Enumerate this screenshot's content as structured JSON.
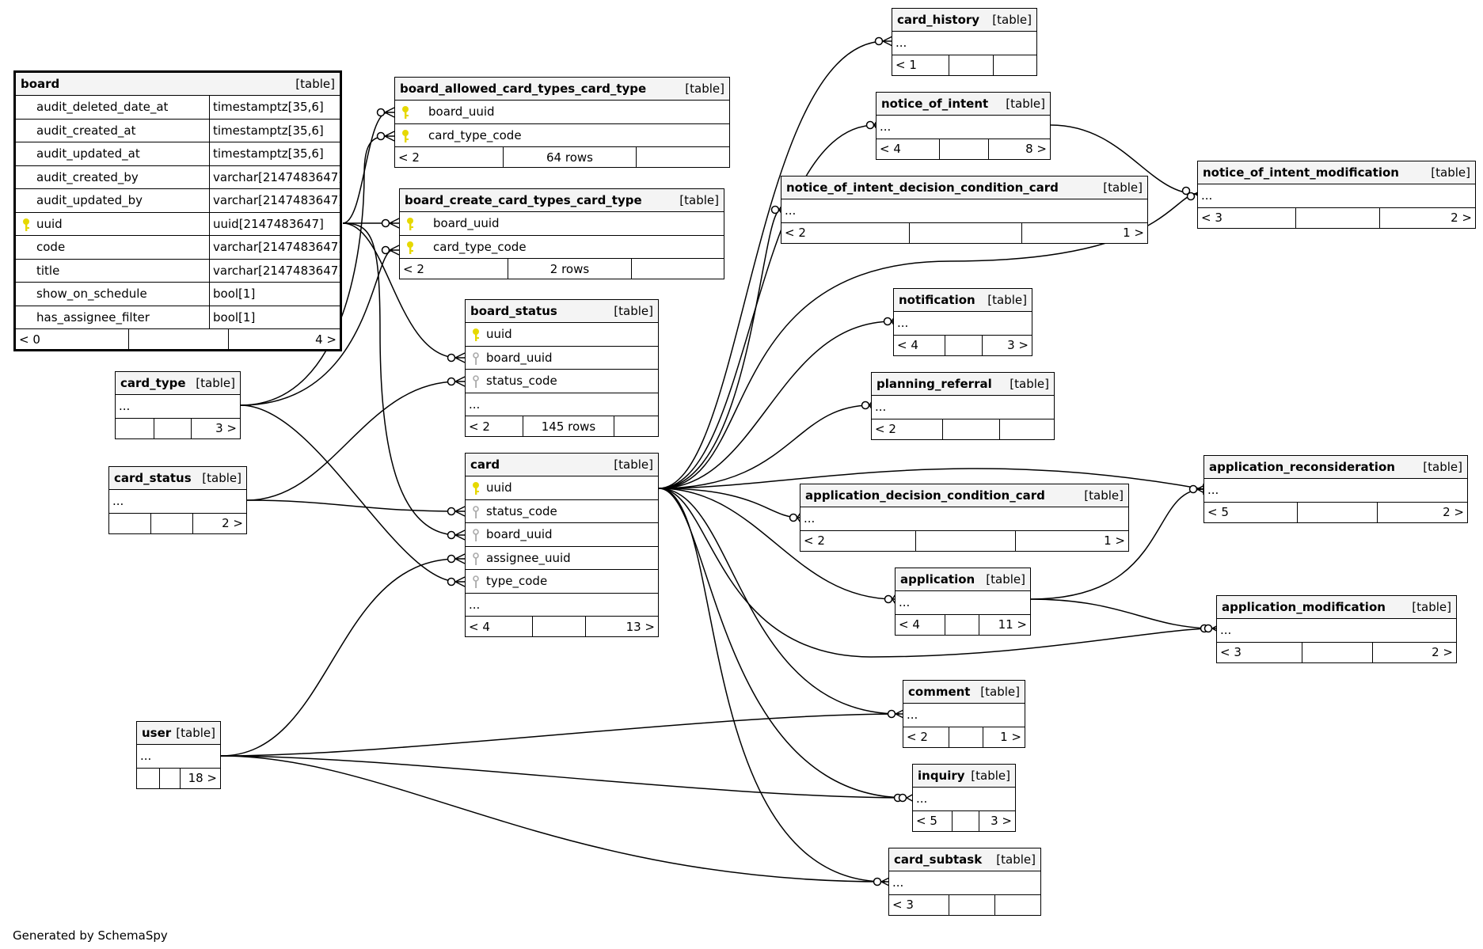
{
  "generated_by": "Generated by SchemaSpy",
  "tables": {
    "board": {
      "name": "board",
      "type": "[table]",
      "columns": [
        {
          "name": "audit_deleted_date_at",
          "type": "timestamptz[35,6]"
        },
        {
          "name": "audit_created_at",
          "type": "timestamptz[35,6]"
        },
        {
          "name": "audit_updated_at",
          "type": "timestamptz[35,6]"
        },
        {
          "name": "audit_created_by",
          "type": "varchar[2147483647]"
        },
        {
          "name": "audit_updated_by",
          "type": "varchar[2147483647]"
        },
        {
          "name": "uuid",
          "type": "uuid[2147483647]"
        },
        {
          "name": "code",
          "type": "varchar[2147483647]"
        },
        {
          "name": "title",
          "type": "varchar[2147483647]"
        },
        {
          "name": "show_on_schedule",
          "type": "bool[1]"
        },
        {
          "name": "has_assignee_filter",
          "type": "bool[1]"
        }
      ],
      "footer": [
        "< 0",
        "",
        "4 >"
      ]
    },
    "board_allowed_card_types_card_type": {
      "name": "board_allowed_card_types_card_type",
      "type": "[table]",
      "columns": [
        "board_uuid",
        "card_type_code"
      ],
      "footer": [
        "< 2",
        "64 rows",
        ""
      ]
    },
    "board_create_card_types_card_type": {
      "name": "board_create_card_types_card_type",
      "type": "[table]",
      "columns": [
        "board_uuid",
        "card_type_code"
      ],
      "footer": [
        "< 2",
        "2 rows",
        ""
      ]
    },
    "board_status": {
      "name": "board_status",
      "type": "[table]",
      "columns": [
        "uuid",
        "board_uuid",
        "status_code",
        "..."
      ],
      "footer": [
        "< 2",
        "145 rows",
        ""
      ]
    },
    "card_type": {
      "name": "card_type",
      "type": "[table]",
      "columns": [
        "..."
      ],
      "footer": [
        "",
        "",
        "3 >"
      ]
    },
    "card_status": {
      "name": "card_status",
      "type": "[table]",
      "columns": [
        "..."
      ],
      "footer": [
        "",
        "",
        "2 >"
      ]
    },
    "card": {
      "name": "card",
      "type": "[table]",
      "columns": [
        "uuid",
        "status_code",
        "board_uuid",
        "assignee_uuid",
        "type_code",
        "..."
      ],
      "footer": [
        "< 4",
        "",
        "13 >"
      ]
    },
    "user": {
      "name": "user",
      "type": "[table]",
      "columns": [
        "..."
      ],
      "footer": [
        "",
        "",
        "18 >"
      ]
    },
    "card_history": {
      "name": "card_history",
      "type": "[table]",
      "columns": [
        "..."
      ],
      "footer": [
        "< 1",
        "",
        ""
      ]
    },
    "notice_of_intent": {
      "name": "notice_of_intent",
      "type": "[table]",
      "columns": [
        "..."
      ],
      "footer": [
        "< 4",
        "",
        "8 >"
      ]
    },
    "notice_of_intent_decision_condition_card": {
      "name": "notice_of_intent_decision_condition_card",
      "type": "[table]",
      "columns": [
        "..."
      ],
      "footer": [
        "< 2",
        "",
        "1 >"
      ]
    },
    "notice_of_intent_modification": {
      "name": "notice_of_intent_modification",
      "type": "[table]",
      "columns": [
        "..."
      ],
      "footer": [
        "< 3",
        "",
        "2 >"
      ]
    },
    "notification": {
      "name": "notification",
      "type": "[table]",
      "columns": [
        "..."
      ],
      "footer": [
        "< 4",
        "",
        "3 >"
      ]
    },
    "planning_referral": {
      "name": "planning_referral",
      "type": "[table]",
      "columns": [
        "..."
      ],
      "footer": [
        "< 2",
        "",
        ""
      ]
    },
    "application_reconsideration": {
      "name": "application_reconsideration",
      "type": "[table]",
      "columns": [
        "..."
      ],
      "footer": [
        "< 5",
        "",
        "2 >"
      ]
    },
    "application_decision_condition_card": {
      "name": "application_decision_condition_card",
      "type": "[table]",
      "columns": [
        "..."
      ],
      "footer": [
        "< 2",
        "",
        "1 >"
      ]
    },
    "application": {
      "name": "application",
      "type": "[table]",
      "columns": [
        "..."
      ],
      "footer": [
        "< 4",
        "",
        "11 >"
      ]
    },
    "application_modification": {
      "name": "application_modification",
      "type": "[table]",
      "columns": [
        "..."
      ],
      "footer": [
        "< 3",
        "",
        "2 >"
      ]
    },
    "comment": {
      "name": "comment",
      "type": "[table]",
      "columns": [
        "..."
      ],
      "footer": [
        "< 2",
        "",
        "1 >"
      ]
    },
    "inquiry": {
      "name": "inquiry",
      "type": "[table]",
      "columns": [
        "..."
      ],
      "footer": [
        "< 5",
        "",
        "3 >"
      ]
    },
    "card_subtask": {
      "name": "card_subtask",
      "type": "[table]",
      "columns": [
        "..."
      ],
      "footer": [
        "< 3",
        "",
        ""
      ]
    }
  },
  "colors": {
    "primary_key": "#e6d800",
    "foreign_key": "#aaaaaa",
    "header_bg": "#f4f4f4",
    "line": "#000000"
  }
}
